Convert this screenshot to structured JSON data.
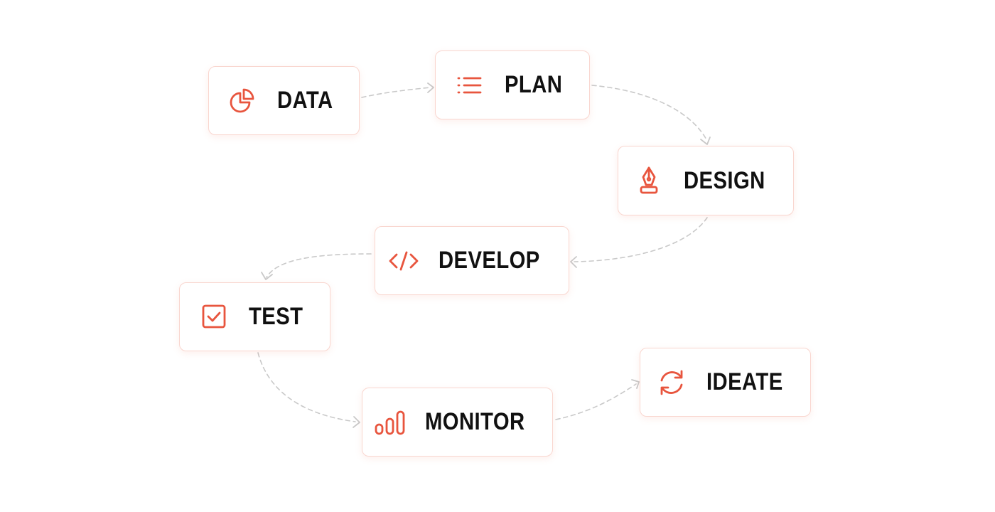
{
  "accent_color": "#e8553e",
  "connector_color": "#c9c9c9",
  "steps": [
    {
      "label": "DATA",
      "icon": "pie-chart-icon"
    },
    {
      "label": "PLAN",
      "icon": "list-icon"
    },
    {
      "label": "DESIGN",
      "icon": "pen-nib-icon"
    },
    {
      "label": "DEVELOP",
      "icon": "code-icon"
    },
    {
      "label": "TEST",
      "icon": "checkbox-icon"
    },
    {
      "label": "MONITOR",
      "icon": "bar-chart-icon"
    },
    {
      "label": "IDEATE",
      "icon": "refresh-icon"
    }
  ],
  "flow": [
    [
      "DATA",
      "PLAN"
    ],
    [
      "PLAN",
      "DESIGN"
    ],
    [
      "DESIGN",
      "DEVELOP"
    ],
    [
      "DEVELOP",
      "TEST"
    ],
    [
      "TEST",
      "MONITOR"
    ],
    [
      "MONITOR",
      "IDEATE"
    ]
  ]
}
